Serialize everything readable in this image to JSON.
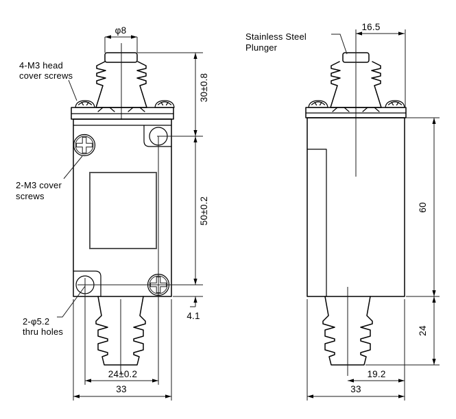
{
  "colors": {
    "background": "#ffffff",
    "line": "#000000",
    "dimension_line": "#1a1a1a",
    "cover_plate_line": "#555555"
  },
  "front_view": {
    "labels": {
      "head_cover_screws": [
        "4-M3 head",
        "cover screws"
      ],
      "cover_screws": [
        "2-M3 cover",
        "screws"
      ],
      "thru_holes": [
        "2-φ5.2",
        "thru holes"
      ]
    },
    "dimensions": {
      "plunger_tip_diameter": "φ8",
      "head_height": "30±0.8",
      "mounting_hole_spacing_vertical": "50±0.2",
      "hole_to_body_bottom": "4.1",
      "mounting_hole_spacing_horizontal": "24±0.2",
      "body_width": "33"
    }
  },
  "side_view": {
    "labels": {
      "plunger_material": [
        "Stainless Steel",
        "Plunger"
      ]
    },
    "dimensions": {
      "plunger_center_to_side": "16.5",
      "body_height": "60",
      "boot_length": "24",
      "boot_center_to_side": "19.2",
      "body_depth": "33"
    }
  }
}
